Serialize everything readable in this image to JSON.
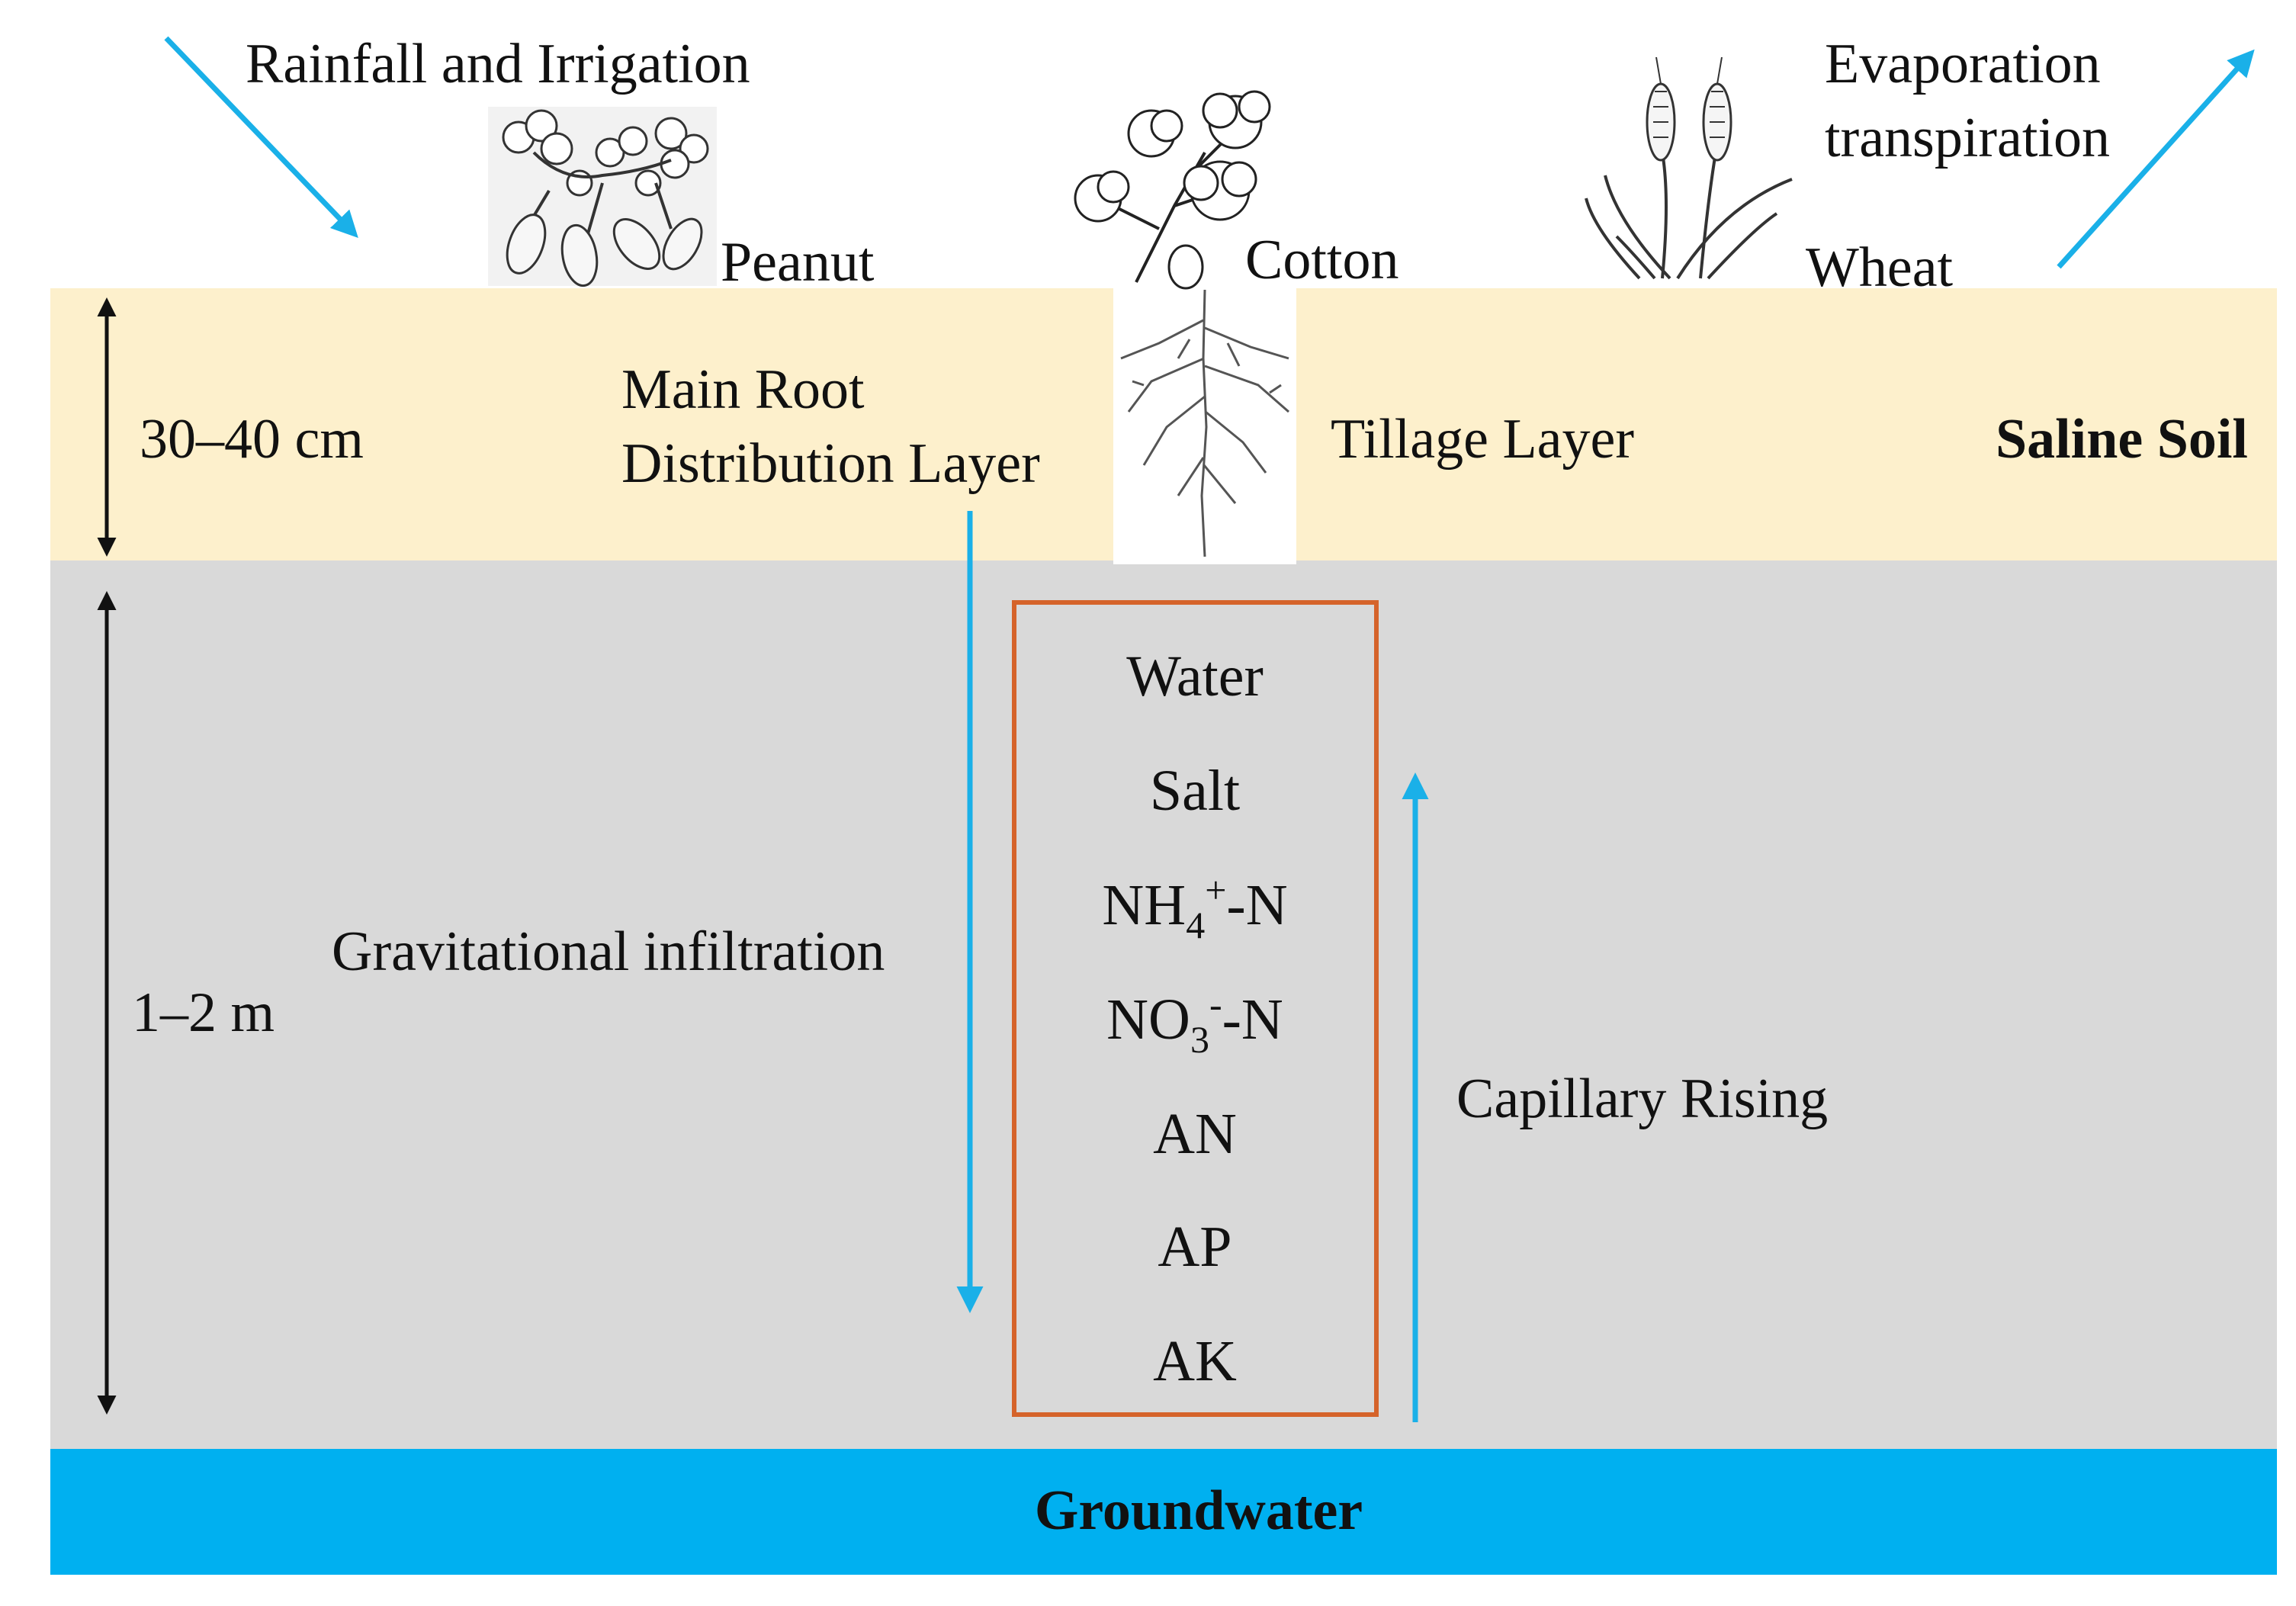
{
  "colors": {
    "tillage_layer": "#fdf0cc",
    "subsoil": "#d9d9d9",
    "groundwater": "#00b0f0",
    "flow_arrow": "#1ab0e8",
    "box_border": "#d5632a",
    "dimension_arrow": "#111111"
  },
  "top": {
    "rainfall_label": "Rainfall and Irrigation",
    "evaporation_line1": "Evaporation",
    "evaporation_line2": "transpiration"
  },
  "crops": {
    "peanut": "Peanut",
    "cotton": "Cotton",
    "wheat": "Wheat"
  },
  "tillage_layer": {
    "depth": "30–40 cm",
    "root_line1": "Main Root",
    "root_line2": "Distribution Layer",
    "name": "Tillage Layer",
    "soil_type": "Saline Soil"
  },
  "subsoil": {
    "depth": "1–2 m",
    "gravitational": "Gravitational infiltration",
    "capillary": "Capillary Rising"
  },
  "nutrients": {
    "water": "Water",
    "salt": "Salt",
    "nh4_base": "NH",
    "nh4_sub": "4",
    "nh4_sup": "+",
    "nh4_tail": "-N",
    "no3_base": "NO",
    "no3_sub": "3",
    "no3_sup": "-",
    "no3_tail": "-N",
    "an": "AN",
    "ap": "AP",
    "ak": "AK"
  },
  "groundwater": {
    "label": "Groundwater"
  },
  "icons": [
    "peanut-plant-icon",
    "cotton-plant-icon",
    "wheat-plant-icon",
    "cotton-root-icon"
  ]
}
